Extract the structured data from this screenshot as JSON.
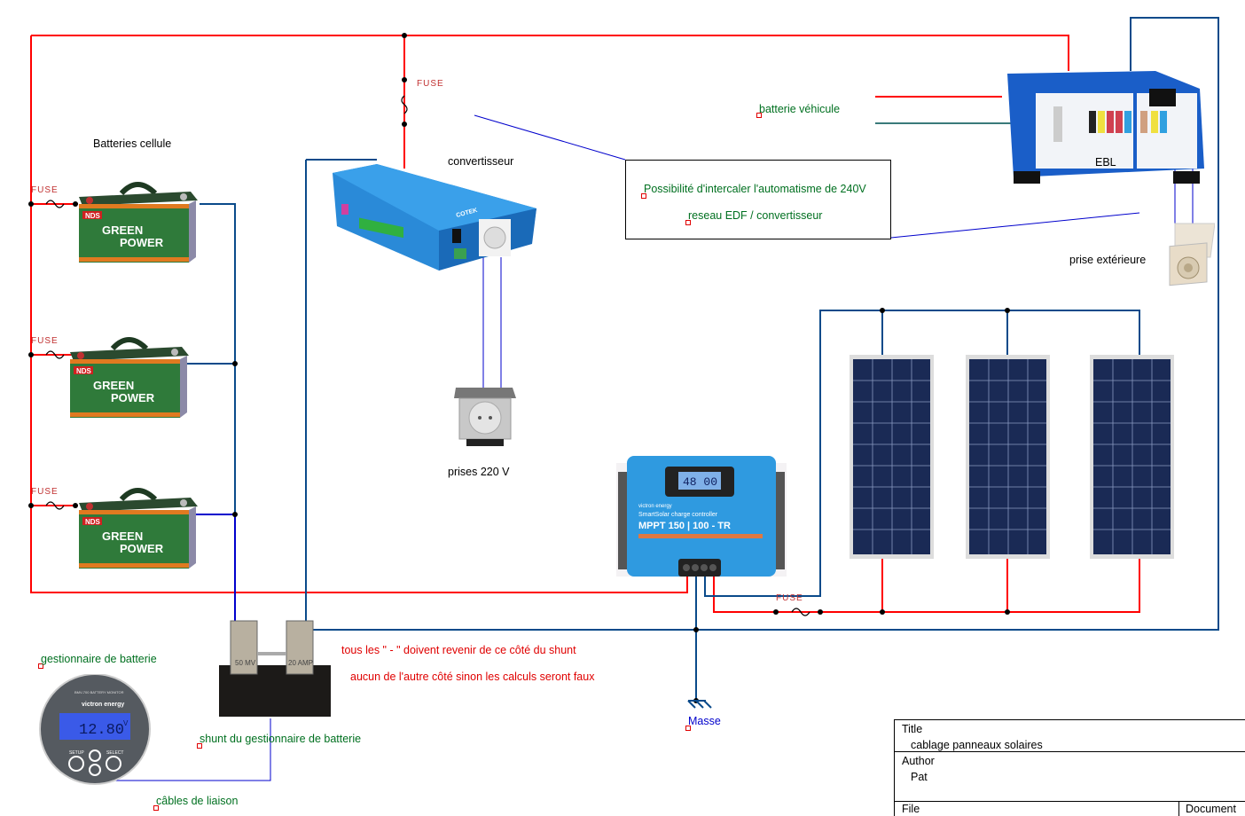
{
  "diagram": {
    "title_block": {
      "title_label": "Title",
      "title_value": "cablage panneaux solaires",
      "author_label": "Author",
      "author_value": "Pat",
      "file_label": "File",
      "document_label": "Document"
    },
    "labels": {
      "batteries": "Batteries cellule",
      "converter": "convertisseur",
      "outlets": "prises 220 V",
      "vehicle_battery": "batterie véhicule",
      "ebl": "EBL",
      "external_socket": "prise extérieure",
      "note_line1": "Possibilité d'intercaler l'automatisme de 240V",
      "note_line2": "reseau EDF / convertisseur",
      "battery_monitor": "gestionnaire de batterie",
      "shunt": "shunt du gestionnaire de batterie",
      "link_cables": "câbles de liaison",
      "warning_line1": "tous les \" - \" doivent revenir de ce côté du shunt",
      "warning_line2": "aucun de l'autre côté sinon les calculs seront faux",
      "ground": "Masse",
      "fuse": "FUSE"
    },
    "devices": {
      "battery_brand": "NDS",
      "battery_model_line1": "GREEN",
      "battery_model_line2": "POWER",
      "inverter_brand": "COTEK",
      "mppt_brand": "victron energy",
      "mppt_subtitle": "SmartSolar charge controller",
      "mppt_model": "MPPT 150 | 100 - TR",
      "mppt_display": "48 00",
      "monitor_brand": "victron energy",
      "monitor_model": "BMV-700 BATTERY MONITOR",
      "monitor_reading": "12.80",
      "monitor_unit": "V",
      "monitor_setup": "SETUP",
      "monitor_select": "SELECT",
      "shunt_rating_left": "50 MV",
      "shunt_rating_right": "20 AMP"
    },
    "colors": {
      "positive_wire": "#ff0000",
      "negative_wire": "#0a4a8a",
      "signal_wire": "#0000cc",
      "label_green": "#007020",
      "label_red": "#e00000"
    }
  }
}
